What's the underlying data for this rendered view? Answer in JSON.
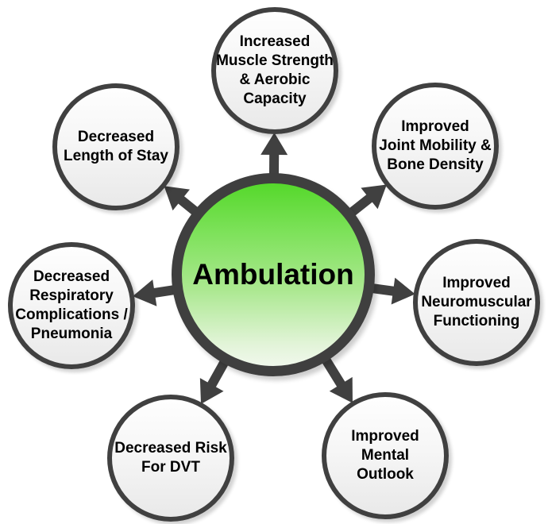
{
  "diagram": {
    "center": {
      "label": "Ambulation"
    },
    "nodes": [
      {
        "id": "top",
        "label": "Increased\nMuscle Strength\n& Aerobic\nCapacity"
      },
      {
        "id": "top-right",
        "label": "Improved\nJoint Mobility &\nBone Density"
      },
      {
        "id": "right",
        "label": "Improved\nNeuromuscular\nFunctioning"
      },
      {
        "id": "bottom-right",
        "label": "Improved\nMental\nOutlook"
      },
      {
        "id": "bottom-left",
        "label": "Decreased Risk\nFor DVT"
      },
      {
        "id": "left",
        "label": "Decreased\nRespiratory\nComplications /\nPneumonia"
      },
      {
        "id": "top-left",
        "label": "Decreased\nLength of Stay"
      }
    ],
    "colors": {
      "arrow": "#404040",
      "node_border": "#404040",
      "center_border": "#3f3f3f",
      "center_fill_top": "#55d82b",
      "center_fill_bottom": "#f0f8ec",
      "node_fill_top": "#fefefe",
      "node_fill_bottom": "#e9e9e9",
      "text": "#000000"
    }
  }
}
